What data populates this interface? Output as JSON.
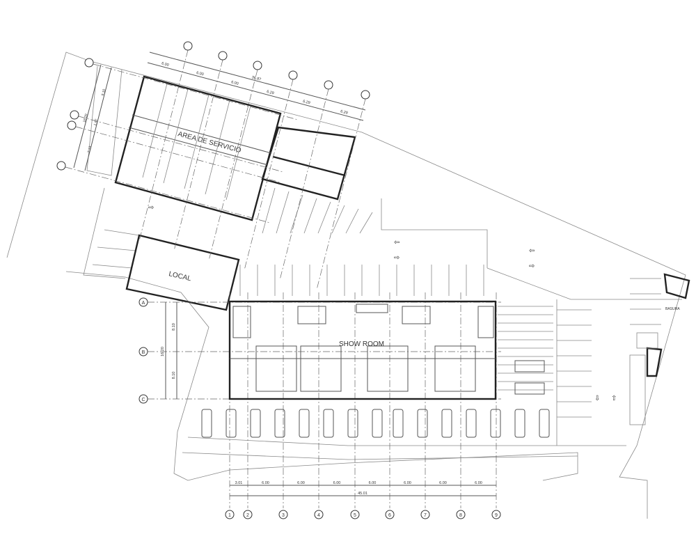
{
  "rooms": {
    "service_area": "AREA DE SERVICIO",
    "local": "LOCAL",
    "showroom": "SHOW ROOM",
    "trash": "BASURA"
  },
  "grid_columns": [
    "1",
    "2",
    "3",
    "4",
    "5",
    "6",
    "7",
    "8",
    "9"
  ],
  "grid_rows": [
    "A",
    "B",
    "C"
  ],
  "bottom_dimensions": [
    "3.01",
    "6.00",
    "6.00",
    "6.00",
    "6.00",
    "6.00",
    "6.00",
    "6.00"
  ],
  "bottom_total": "45.01",
  "left_dimensions": [
    "8.10",
    "8.10"
  ],
  "left_total": "16.20",
  "top_dimensions": [
    "6.00",
    "6.00",
    "6.00",
    "6.29",
    "6.29",
    "6.29"
  ],
  "top_total": "36.87",
  "upper_left_dimensions": [
    "9.10",
    "1.97",
    "7.13"
  ],
  "upper_left_total": "16.20"
}
